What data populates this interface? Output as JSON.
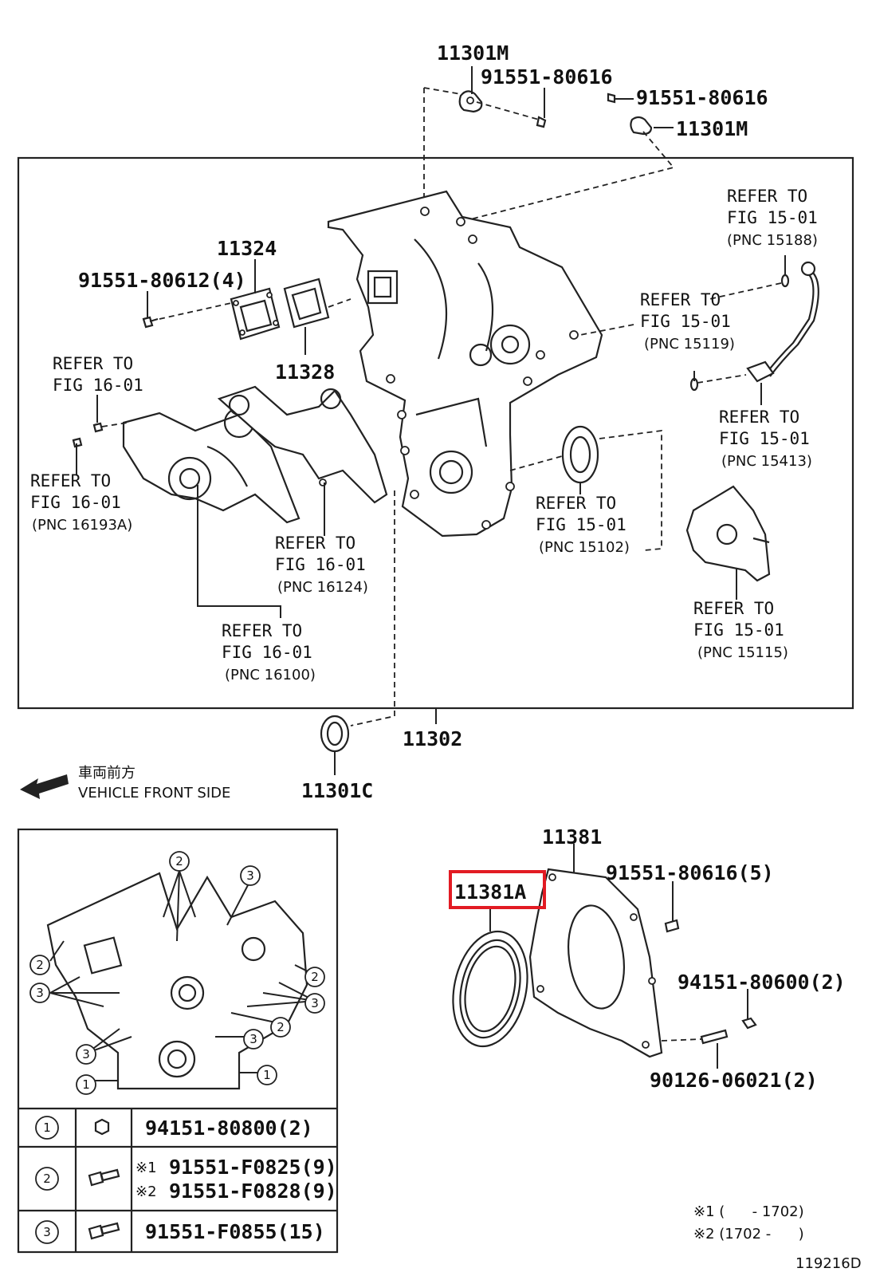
{
  "labels": {
    "p11301M_top": "11301M",
    "p91551_80616_a": "91551-80616",
    "p91551_80616_b": "91551-80616",
    "p11301M_right": "11301M",
    "p11324": "11324",
    "p91551_80612": "91551-80612(4)",
    "p11328": "11328",
    "ref_15188": [
      "REFER TO",
      "FIG 15-01",
      "(PNC 15188)"
    ],
    "ref_15119": [
      "REFER TO",
      "FIG 15-01",
      "(PNC 15119)"
    ],
    "ref_15413": [
      "REFER TO",
      "FIG 15-01",
      "(PNC 15413)"
    ],
    "ref_16_01": [
      "REFER TO",
      "FIG 16-01"
    ],
    "ref_16193A": [
      "REFER TO",
      "FIG 16-01",
      "(PNC 16193A)"
    ],
    "ref_16124": [
      "REFER TO",
      "FIG 16-01",
      "(PNC 16124)"
    ],
    "ref_15102": [
      "REFER TO",
      "FIG 15-01",
      "(PNC 15102)"
    ],
    "ref_15115": [
      "REFER TO",
      "FIG 15-01",
      "(PNC 15115)"
    ],
    "ref_16100": [
      "REFER TO",
      "FIG 16-01",
      "(PNC 16100)"
    ],
    "p11302": "11302",
    "p11301C": "11301C",
    "front_jp": "車両前方",
    "front_en": "VEHICLE FRONT SIDE",
    "p11381": "11381",
    "p11381A": "11381A",
    "p91551_80616_5": "91551-80616(5)",
    "p94151_80600": "94151-80600(2)",
    "p90126_06021": "90126-06021(2)"
  },
  "legend_table": {
    "rows": [
      {
        "num": "1",
        "parts": [
          {
            "prefix": "",
            "text": "94151-80800(2)"
          }
        ]
      },
      {
        "num": "2",
        "parts": [
          {
            "prefix": "※1",
            "text": "91551-F0825(9)"
          },
          {
            "prefix": "※2",
            "text": "91551-F0828(9)"
          }
        ]
      },
      {
        "num": "3",
        "parts": [
          {
            "prefix": "",
            "text": "91551-F0855(15)"
          }
        ]
      }
    ]
  },
  "notes": {
    "n1": "※1 (      - 1702)",
    "n2": "※2 (1702 -      )"
  },
  "figure_id": "119216D",
  "highlight_color": "#e21b23"
}
